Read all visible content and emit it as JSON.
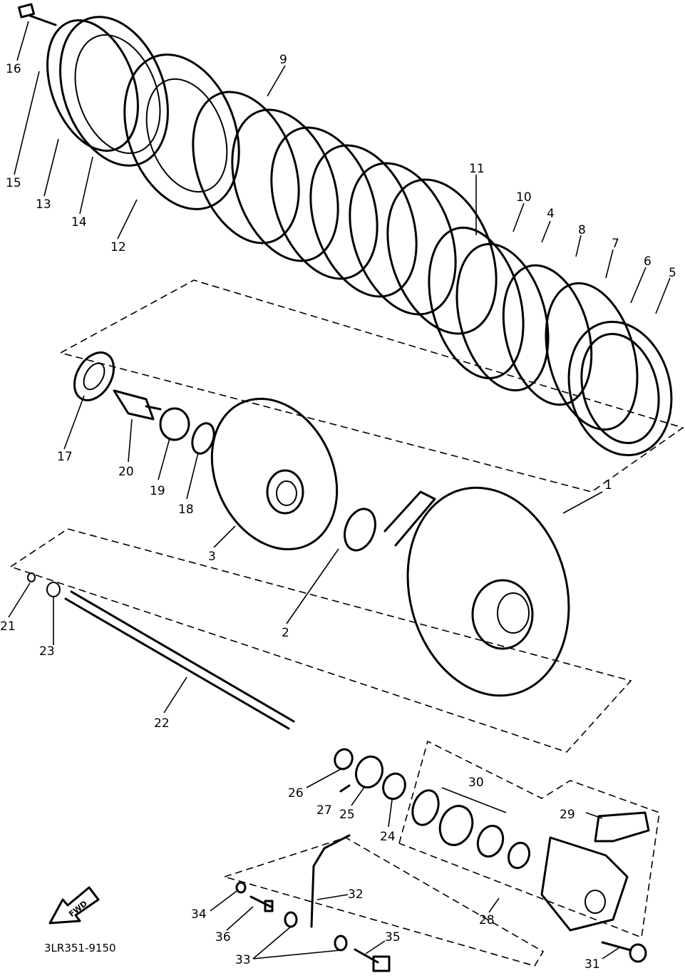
{
  "diagram": {
    "code": "3LR351-9150",
    "fwd_label": "FWD",
    "labels": [
      "1",
      "2",
      "3",
      "4",
      "5",
      "6",
      "7",
      "8",
      "9",
      "10",
      "11",
      "12",
      "13",
      "14",
      "15",
      "16",
      "17",
      "18",
      "19",
      "20",
      "21",
      "22",
      "23",
      "24",
      "25",
      "26",
      "27",
      "28",
      "29",
      "30",
      "31",
      "32",
      "33",
      "34",
      "35",
      "36"
    ]
  }
}
